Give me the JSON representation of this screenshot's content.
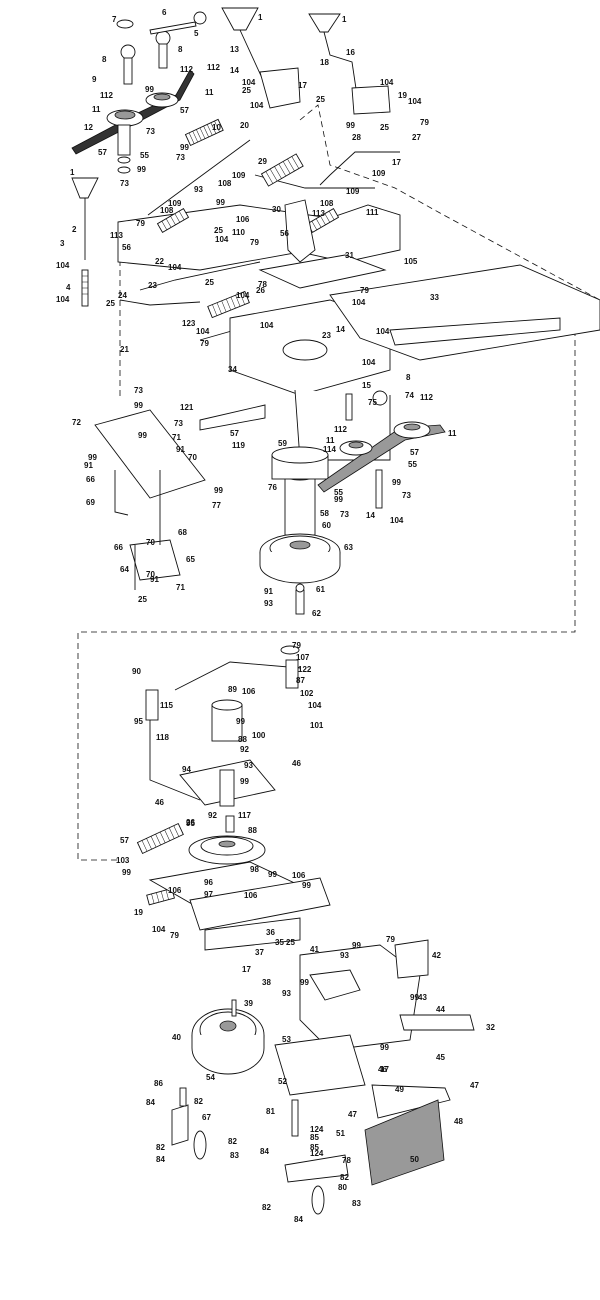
{
  "labels": [
    {
      "id": "l1",
      "t": "1"
    },
    {
      "id": "l2",
      "t": "2"
    },
    {
      "id": "l3",
      "t": "3"
    },
    {
      "id": "l4",
      "t": "4"
    },
    {
      "id": "l5",
      "t": "5"
    },
    {
      "id": "l6",
      "t": "6"
    },
    {
      "id": "l7",
      "t": "7"
    },
    {
      "id": "l8",
      "t": "8"
    },
    {
      "id": "l9",
      "t": "9"
    },
    {
      "id": "l10",
      "t": "10"
    },
    {
      "id": "l11",
      "t": "11"
    },
    {
      "id": "l12",
      "t": "12"
    },
    {
      "id": "l13",
      "t": "13"
    },
    {
      "id": "l14",
      "t": "14"
    },
    {
      "id": "l15",
      "t": "15"
    },
    {
      "id": "l16",
      "t": "16"
    },
    {
      "id": "l17",
      "t": "17"
    },
    {
      "id": "l18",
      "t": "18"
    },
    {
      "id": "l19",
      "t": "19"
    },
    {
      "id": "l20",
      "t": "20"
    },
    {
      "id": "l21",
      "t": "21"
    },
    {
      "id": "l22",
      "t": "22"
    },
    {
      "id": "l23",
      "t": "23"
    },
    {
      "id": "l24",
      "t": "24"
    },
    {
      "id": "l25",
      "t": "25"
    },
    {
      "id": "l26",
      "t": "26"
    },
    {
      "id": "l27",
      "t": "27"
    },
    {
      "id": "l28",
      "t": "28"
    },
    {
      "id": "l29",
      "t": "29"
    },
    {
      "id": "l30",
      "t": "30"
    },
    {
      "id": "l31",
      "t": "31"
    },
    {
      "id": "l32",
      "t": "32"
    },
    {
      "id": "l33",
      "t": "33"
    },
    {
      "id": "l34",
      "t": "34"
    },
    {
      "id": "l35",
      "t": "35"
    },
    {
      "id": "l36",
      "t": "36"
    },
    {
      "id": "l37",
      "t": "37"
    },
    {
      "id": "l38",
      "t": "38"
    },
    {
      "id": "l39",
      "t": "39"
    },
    {
      "id": "l40",
      "t": "40"
    },
    {
      "id": "l41",
      "t": "41"
    },
    {
      "id": "l42",
      "t": "42"
    },
    {
      "id": "l43",
      "t": "43"
    },
    {
      "id": "l44",
      "t": "44"
    },
    {
      "id": "l45",
      "t": "45"
    },
    {
      "id": "l46",
      "t": "46"
    },
    {
      "id": "l47",
      "t": "47"
    },
    {
      "id": "l48",
      "t": "48"
    },
    {
      "id": "l49",
      "t": "49"
    },
    {
      "id": "l50",
      "t": "50"
    },
    {
      "id": "l51",
      "t": "51"
    },
    {
      "id": "l52",
      "t": "52"
    },
    {
      "id": "l53",
      "t": "53"
    },
    {
      "id": "l54",
      "t": "54"
    },
    {
      "id": "l55",
      "t": "55"
    },
    {
      "id": "l56",
      "t": "56"
    },
    {
      "id": "l57",
      "t": "57"
    },
    {
      "id": "l58",
      "t": "58"
    },
    {
      "id": "l59",
      "t": "59"
    },
    {
      "id": "l60",
      "t": "60"
    },
    {
      "id": "l61",
      "t": "61"
    },
    {
      "id": "l62",
      "t": "62"
    },
    {
      "id": "l63",
      "t": "63"
    },
    {
      "id": "l64",
      "t": "64"
    },
    {
      "id": "l65",
      "t": "65"
    },
    {
      "id": "l66",
      "t": "66"
    },
    {
      "id": "l67",
      "t": "67"
    },
    {
      "id": "l68",
      "t": "68"
    },
    {
      "id": "l69",
      "t": "69"
    },
    {
      "id": "l70",
      "t": "70"
    },
    {
      "id": "l71",
      "t": "71"
    },
    {
      "id": "l72",
      "t": "72"
    },
    {
      "id": "l73",
      "t": "73"
    },
    {
      "id": "l74",
      "t": "74"
    },
    {
      "id": "l75",
      "t": "75"
    },
    {
      "id": "l76",
      "t": "76"
    },
    {
      "id": "l77",
      "t": "77"
    },
    {
      "id": "l78",
      "t": "78"
    },
    {
      "id": "l79",
      "t": "79"
    },
    {
      "id": "l80",
      "t": "80"
    },
    {
      "id": "l81",
      "t": "81"
    },
    {
      "id": "l82",
      "t": "82"
    },
    {
      "id": "l83",
      "t": "83"
    },
    {
      "id": "l84",
      "t": "84"
    },
    {
      "id": "l85",
      "t": "85"
    },
    {
      "id": "l86",
      "t": "86"
    },
    {
      "id": "l87",
      "t": "87"
    },
    {
      "id": "l88",
      "t": "88"
    },
    {
      "id": "l89",
      "t": "89"
    },
    {
      "id": "l90",
      "t": "90"
    },
    {
      "id": "l91",
      "t": "91"
    },
    {
      "id": "l92",
      "t": "92"
    },
    {
      "id": "l93",
      "t": "93"
    },
    {
      "id": "l94",
      "t": "94"
    },
    {
      "id": "l95",
      "t": "95"
    },
    {
      "id": "l96",
      "t": "96"
    },
    {
      "id": "l97",
      "t": "97"
    },
    {
      "id": "l98",
      "t": "98"
    },
    {
      "id": "l99",
      "t": "99"
    },
    {
      "id": "l100",
      "t": "100"
    },
    {
      "id": "l101",
      "t": "101"
    },
    {
      "id": "l102",
      "t": "102"
    },
    {
      "id": "l103",
      "t": "103"
    },
    {
      "id": "l104",
      "t": "104"
    },
    {
      "id": "l105",
      "t": "105"
    },
    {
      "id": "l106",
      "t": "106"
    },
    {
      "id": "l107",
      "t": "107"
    },
    {
      "id": "l108",
      "t": "108"
    },
    {
      "id": "l109",
      "t": "109"
    },
    {
      "id": "l110",
      "t": "110"
    },
    {
      "id": "l111",
      "t": "111"
    },
    {
      "id": "l112",
      "t": "112"
    },
    {
      "id": "l113",
      "t": "113"
    },
    {
      "id": "l114",
      "t": "114"
    },
    {
      "id": "l115",
      "t": "115"
    },
    {
      "id": "l117",
      "t": "117"
    },
    {
      "id": "l118",
      "t": "118"
    },
    {
      "id": "l119",
      "t": "119"
    },
    {
      "id": "l121",
      "t": "121"
    },
    {
      "id": "l122",
      "t": "122"
    },
    {
      "id": "l123",
      "t": "123"
    },
    {
      "id": "l124",
      "t": "124"
    }
  ],
  "colors": {
    "ink": "#111111",
    "paper": "#ffffff",
    "belt": "#666666",
    "cover": "#999999"
  }
}
